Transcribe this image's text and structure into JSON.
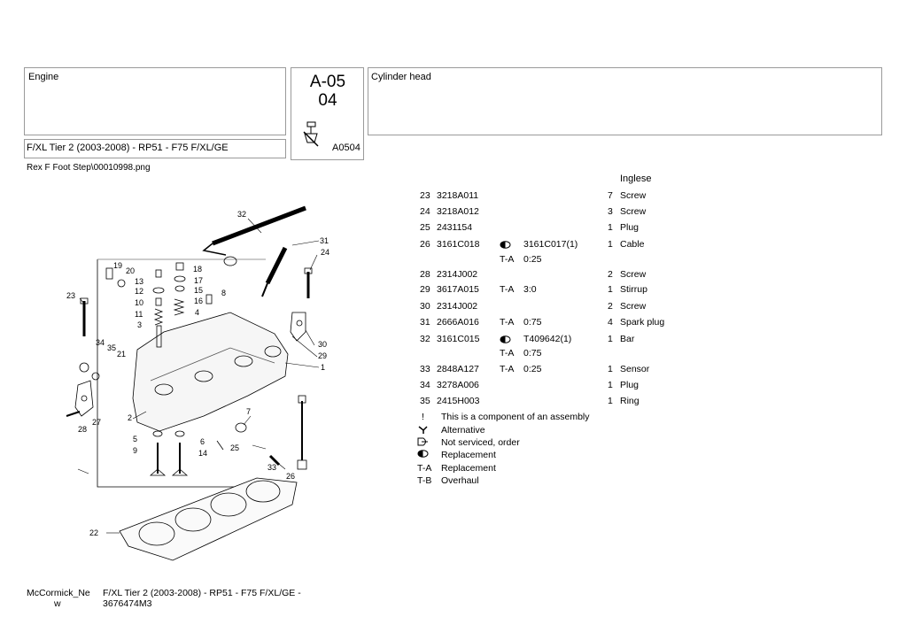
{
  "header": {
    "group": "Engine",
    "code_line1": "A-05",
    "code_line2": "04",
    "code_small": "A0504",
    "title": "Cylinder head",
    "model": "F/XL Tier 2 (2003-2008) - RP51 - F75 F/XL/GE"
  },
  "image_file": "Rex F Foot Step\\00010998.png",
  "language": "Inglese",
  "parts": [
    {
      "pos": "23",
      "code": "3218A011",
      "sym": "",
      "alt": "",
      "qty": "7",
      "desc": "Screw"
    },
    {
      "pos": "24",
      "code": "3218A012",
      "sym": "",
      "alt": "",
      "qty": "3",
      "desc": "Screw"
    },
    {
      "pos": "25",
      "code": "2431154",
      "sym": "",
      "alt": "",
      "qty": "1",
      "desc": "Plug"
    },
    {
      "pos": "26",
      "code": "3161C018",
      "sym": "replacement",
      "alt": "3161C017(1)",
      "qty": "1",
      "desc": "Cable"
    },
    {
      "pos": "",
      "code": "",
      "sym": "T-A",
      "alt": "0:25",
      "qty": "",
      "desc": ""
    },
    {
      "pos": "28",
      "code": "2314J002",
      "sym": "",
      "alt": "",
      "qty": "2",
      "desc": "Screw"
    },
    {
      "pos": "29",
      "code": "3617A015",
      "sym": "T-A",
      "alt": "3:0",
      "qty": "1",
      "desc": "Stirrup"
    },
    {
      "pos": "30",
      "code": "2314J002",
      "sym": "",
      "alt": "",
      "qty": "2",
      "desc": "Screw"
    },
    {
      "pos": "31",
      "code": "2666A016",
      "sym": "T-A",
      "alt": "0:75",
      "qty": "4",
      "desc": "Spark plug"
    },
    {
      "pos": "32",
      "code": "3161C015",
      "sym": "replacement",
      "alt": "T409642(1)",
      "qty": "1",
      "desc": "Bar"
    },
    {
      "pos": "",
      "code": "",
      "sym": "T-A",
      "alt": "0:75",
      "qty": "",
      "desc": ""
    },
    {
      "pos": "33",
      "code": "2848A127",
      "sym": "T-A",
      "alt": "0:25",
      "qty": "1",
      "desc": "Sensor"
    },
    {
      "pos": "34",
      "code": "3278A006",
      "sym": "",
      "alt": "",
      "qty": "1",
      "desc": "Plug"
    },
    {
      "pos": "35",
      "code": "2415H003",
      "sym": "",
      "alt": "",
      "qty": "1",
      "desc": "Ring"
    }
  ],
  "legend": [
    {
      "symbol": "!",
      "text": "This is a component of an assembly"
    },
    {
      "symbol": "alternative-icon",
      "text": "Alternative"
    },
    {
      "symbol": "not-serviced-icon",
      "text": "Not serviced, order"
    },
    {
      "symbol": "replacement-icon",
      "text": "Replacement"
    },
    {
      "symbol": "T-A",
      "text": "Replacement"
    },
    {
      "symbol": "T-B",
      "text": "Overhaul"
    }
  ],
  "callouts": [
    "1",
    "2",
    "3",
    "4",
    "5",
    "6",
    "7",
    "8",
    "9",
    "10",
    "11",
    "12",
    "13",
    "14",
    "15",
    "16",
    "17",
    "18",
    "19",
    "20",
    "21",
    "22",
    "23",
    "24",
    "25",
    "26",
    "27",
    "28",
    "29",
    "30",
    "31",
    "32",
    "33",
    "34",
    "35"
  ],
  "footer": {
    "brand_line1": "McCormick_Ne",
    "brand_line2": "w",
    "model_line1": "F/XL Tier 2 (2003-2008) - RP51 - F75 F/XL/GE -",
    "model_line2": "3676474M3"
  }
}
